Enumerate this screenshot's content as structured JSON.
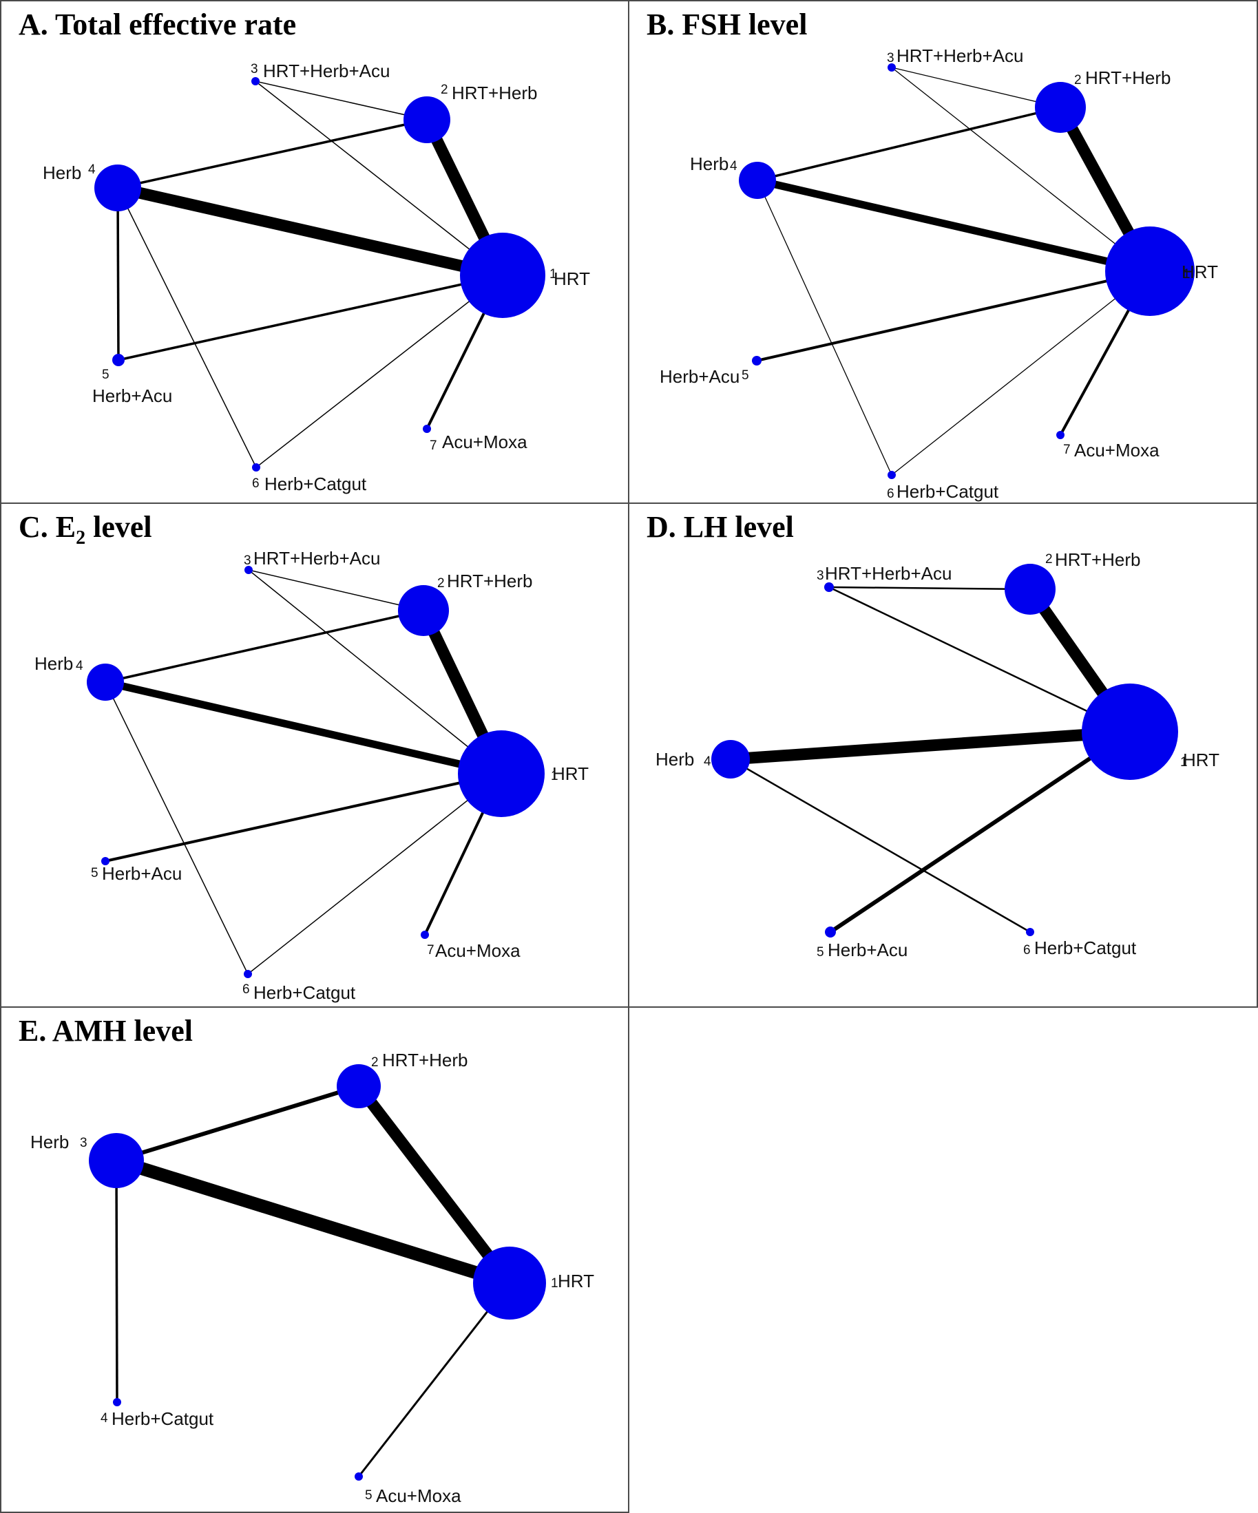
{
  "colors": {
    "node": "#0000ee",
    "edge": "#000000",
    "border": "#4a4a4a"
  },
  "panels": [
    {
      "title_prefix": "A. Total effective rate",
      "title_sub": "",
      "title_suffix": "",
      "nodes": [
        {
          "id": "1",
          "label": "HRT"
        },
        {
          "id": "2",
          "label": "HRT+Herb"
        },
        {
          "id": "3",
          "label": "HRT+Herb+Acu"
        },
        {
          "id": "4",
          "label": "Herb"
        },
        {
          "id": "5",
          "label": "Herb+Acu"
        },
        {
          "id": "6",
          "label": "Herb+Catgut"
        },
        {
          "id": "7",
          "label": "Acu+Moxa"
        }
      ],
      "edges": [
        {
          "from": "1",
          "to": "2"
        },
        {
          "from": "1",
          "to": "3"
        },
        {
          "from": "1",
          "to": "4"
        },
        {
          "from": "1",
          "to": "5"
        },
        {
          "from": "1",
          "to": "6"
        },
        {
          "from": "1",
          "to": "7"
        },
        {
          "from": "2",
          "to": "3"
        },
        {
          "from": "2",
          "to": "4"
        },
        {
          "from": "4",
          "to": "5"
        },
        {
          "from": "4",
          "to": "6"
        }
      ]
    },
    {
      "title_prefix": "B. FSH level",
      "title_sub": "",
      "title_suffix": "",
      "nodes": [
        {
          "id": "1",
          "label": "HRT"
        },
        {
          "id": "2",
          "label": "HRT+Herb"
        },
        {
          "id": "3",
          "label": "HRT+Herb+Acu"
        },
        {
          "id": "4",
          "label": "Herb"
        },
        {
          "id": "5",
          "label": "Herb+Acu"
        },
        {
          "id": "6",
          "label": "Herb+Catgut"
        },
        {
          "id": "7",
          "label": "Acu+Moxa"
        }
      ],
      "edges": [
        {
          "from": "1",
          "to": "2"
        },
        {
          "from": "1",
          "to": "3"
        },
        {
          "from": "1",
          "to": "4"
        },
        {
          "from": "1",
          "to": "5"
        },
        {
          "from": "1",
          "to": "6"
        },
        {
          "from": "1",
          "to": "7"
        },
        {
          "from": "2",
          "to": "3"
        },
        {
          "from": "2",
          "to": "4"
        },
        {
          "from": "4",
          "to": "6"
        }
      ]
    },
    {
      "title_prefix": "C. E",
      "title_sub": "2",
      "title_suffix": " level",
      "nodes": [
        {
          "id": "1",
          "label": "HRT"
        },
        {
          "id": "2",
          "label": "HRT+Herb"
        },
        {
          "id": "3",
          "label": "HRT+Herb+Acu"
        },
        {
          "id": "4",
          "label": "Herb"
        },
        {
          "id": "5",
          "label": "Herb+Acu"
        },
        {
          "id": "6",
          "label": "Herb+Catgut"
        },
        {
          "id": "7",
          "label": "Acu+Moxa"
        }
      ],
      "edges": [
        {
          "from": "1",
          "to": "2"
        },
        {
          "from": "1",
          "to": "3"
        },
        {
          "from": "1",
          "to": "4"
        },
        {
          "from": "1",
          "to": "5"
        },
        {
          "from": "1",
          "to": "6"
        },
        {
          "from": "1",
          "to": "7"
        },
        {
          "from": "2",
          "to": "3"
        },
        {
          "from": "2",
          "to": "4"
        },
        {
          "from": "4",
          "to": "6"
        }
      ]
    },
    {
      "title_prefix": "D. LH level",
      "title_sub": "",
      "title_suffix": "",
      "nodes": [
        {
          "id": "1",
          "label": "HRT"
        },
        {
          "id": "2",
          "label": "HRT+Herb"
        },
        {
          "id": "3",
          "label": "HRT+Herb+Acu"
        },
        {
          "id": "4",
          "label": "Herb"
        },
        {
          "id": "5",
          "label": "Herb+Acu"
        },
        {
          "id": "6",
          "label": "Herb+Catgut"
        }
      ],
      "edges": [
        {
          "from": "1",
          "to": "2"
        },
        {
          "from": "1",
          "to": "3"
        },
        {
          "from": "1",
          "to": "4"
        },
        {
          "from": "1",
          "to": "5"
        },
        {
          "from": "2",
          "to": "3"
        },
        {
          "from": "4",
          "to": "6"
        }
      ]
    },
    {
      "title_prefix": "E. AMH level",
      "title_sub": "",
      "title_suffix": "",
      "nodes": [
        {
          "id": "1",
          "label": "HRT"
        },
        {
          "id": "2",
          "label": "HRT+Herb"
        },
        {
          "id": "3",
          "label": "Herb"
        },
        {
          "id": "4",
          "label": "Herb+Catgut"
        },
        {
          "id": "5",
          "label": "Acu+Moxa"
        }
      ],
      "edges": [
        {
          "from": "1",
          "to": "2"
        },
        {
          "from": "1",
          "to": "3"
        },
        {
          "from": "1",
          "to": "5"
        },
        {
          "from": "2",
          "to": "3"
        },
        {
          "from": "3",
          "to": "4"
        }
      ]
    }
  ]
}
